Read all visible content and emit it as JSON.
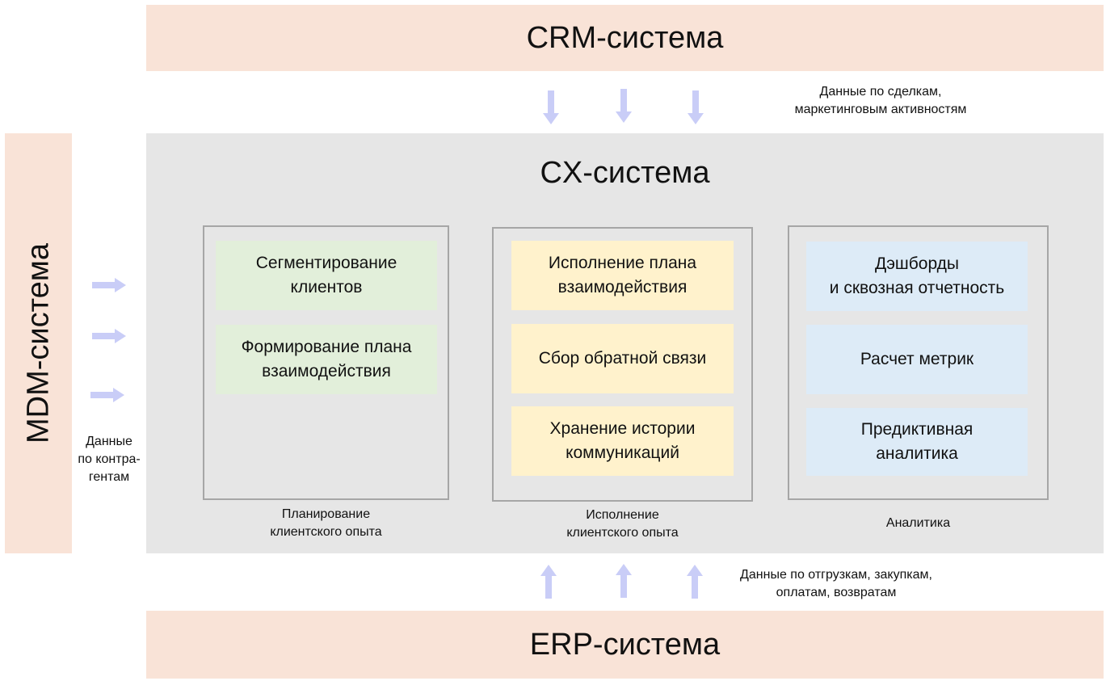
{
  "crm": {
    "label": "CRM-система"
  },
  "erp": {
    "label": "ERP-система"
  },
  "mdm": {
    "label": "MDM-система",
    "note": "Данные\nпо контра-\nгентам"
  },
  "cx": {
    "title": "CX-система",
    "groups": [
      {
        "caption": "Планирование\nклиентского опыта",
        "cards": [
          "Сегментирование\nклиентов",
          "Формирование плана\nвзаимодействия"
        ]
      },
      {
        "caption": "Исполнение\nклиентского опыта",
        "cards": [
          "Исполнение плана\nвзаимодействия",
          "Сбор обратной связи",
          "Хранение истории\nкоммуникаций"
        ]
      },
      {
        "caption": "Аналитика",
        "cards": [
          "Дэшборды\nи сквозная отчетность",
          "Расчет метрик",
          "Предиктивная\nаналитика"
        ]
      }
    ]
  },
  "notes": {
    "crm_flow": "Данные по сделкам,\nмаркетинговым активностям",
    "erp_flow": "Данные по отгрузкам, закупкам,\nоплатам, возвратам"
  },
  "colors": {
    "system_bar": "#f9e3d7",
    "cx_background": "#e6e6e6",
    "planning_card": "#e2efda",
    "execution_card": "#fff2cc",
    "analytics_card": "#ddebf7",
    "arrow": "#c9cdf7"
  }
}
